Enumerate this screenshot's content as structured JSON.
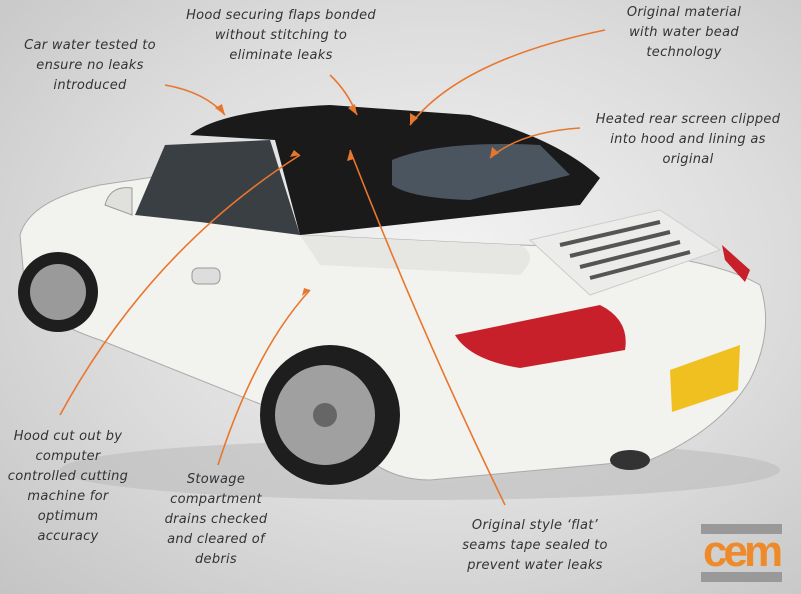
{
  "annotations": {
    "water_tested": [
      "Car water tested to",
      "ensure no leaks",
      "introduced"
    ],
    "flaps_bonded": [
      "Hood securing flaps bonded",
      "without stitching to",
      "eliminate leaks"
    ],
    "original_material": [
      "Original material",
      "with water bead",
      "technology"
    ],
    "heated_screen": [
      "Heated rear screen clipped",
      "into hood and lining as",
      "original"
    ],
    "hood_cut": [
      "Hood cut out by",
      "computer",
      "controlled cutting",
      "machine for",
      "optimum",
      "accuracy"
    ],
    "stowage": [
      "Stowage",
      "compartment",
      "drains  checked",
      "and cleared of",
      "debris"
    ],
    "seams": [
      "Original style ‘flat’",
      "seams tape sealed to",
      "prevent water leaks"
    ]
  },
  "logo": {
    "text": "cem"
  },
  "colors": {
    "arrow": "#e8772e",
    "hood": "#1a1a1a",
    "body": "#f2f2ee",
    "logo_orange": "#ee8a2a",
    "logo_grey": "#999999"
  }
}
